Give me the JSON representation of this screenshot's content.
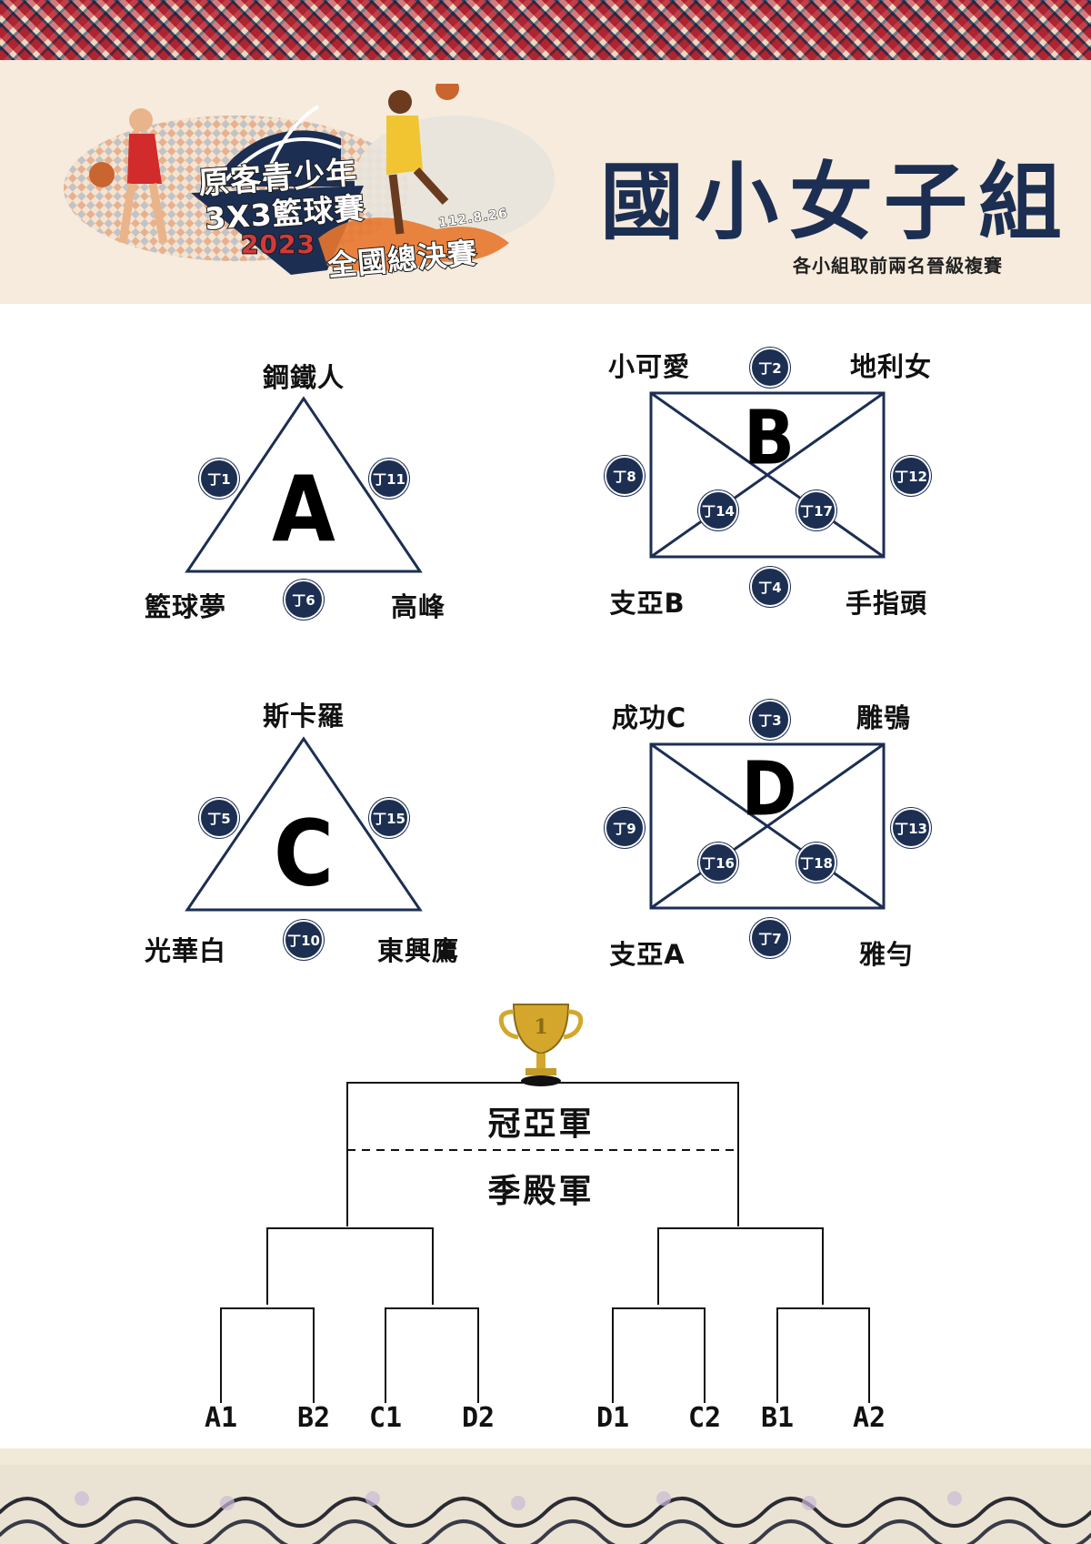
{
  "header": {
    "logo": {
      "line1": "原客青少年",
      "line2": "3X3籃球賽",
      "year": "2023",
      "event": "全國總決賽",
      "date": "112.8.26"
    },
    "title": "國小女子組",
    "subtitle": "各小組取前兩名晉級複賽"
  },
  "groups": {
    "A": {
      "letter": "A",
      "teams": {
        "top": "鋼鐵人",
        "bottom_left": "籃球夢",
        "bottom_right": "高峰"
      },
      "games": {
        "left": "丁1",
        "right": "丁11",
        "bottom": "丁6"
      }
    },
    "B": {
      "letter": "B",
      "teams": {
        "top_left": "小可愛",
        "top_right": "地利女",
        "bottom_left": "支亞B",
        "bottom_right": "手指頭"
      },
      "games": {
        "top": "丁2",
        "left": "丁8",
        "right": "丁12",
        "bottom": "丁4",
        "diag_left": "丁14",
        "diag_right": "丁17"
      }
    },
    "C": {
      "letter": "C",
      "teams": {
        "top": "斯卡羅",
        "bottom_left": "光華白",
        "bottom_right": "東興鷹"
      },
      "games": {
        "left": "丁5",
        "right": "丁15",
        "bottom": "丁10"
      }
    },
    "D": {
      "letter": "D",
      "teams": {
        "top_left": "成功C",
        "top_right": "雕鴞",
        "bottom_left": "支亞A",
        "bottom_right": "雅勻"
      },
      "games": {
        "top": "丁3",
        "left": "丁9",
        "right": "丁13",
        "bottom": "丁7",
        "diag_left": "丁16",
        "diag_right": "丁18"
      }
    }
  },
  "bracket": {
    "final_label": "冠亞軍",
    "third_label": "季殿軍",
    "seeds": [
      "A1",
      "B2",
      "C1",
      "D2",
      "D1",
      "C2",
      "B1",
      "A2"
    ]
  },
  "colors": {
    "navy": "#1c2f52",
    "header_bg": "#f6ebdd",
    "trophy_gold": "#d4a72c"
  }
}
